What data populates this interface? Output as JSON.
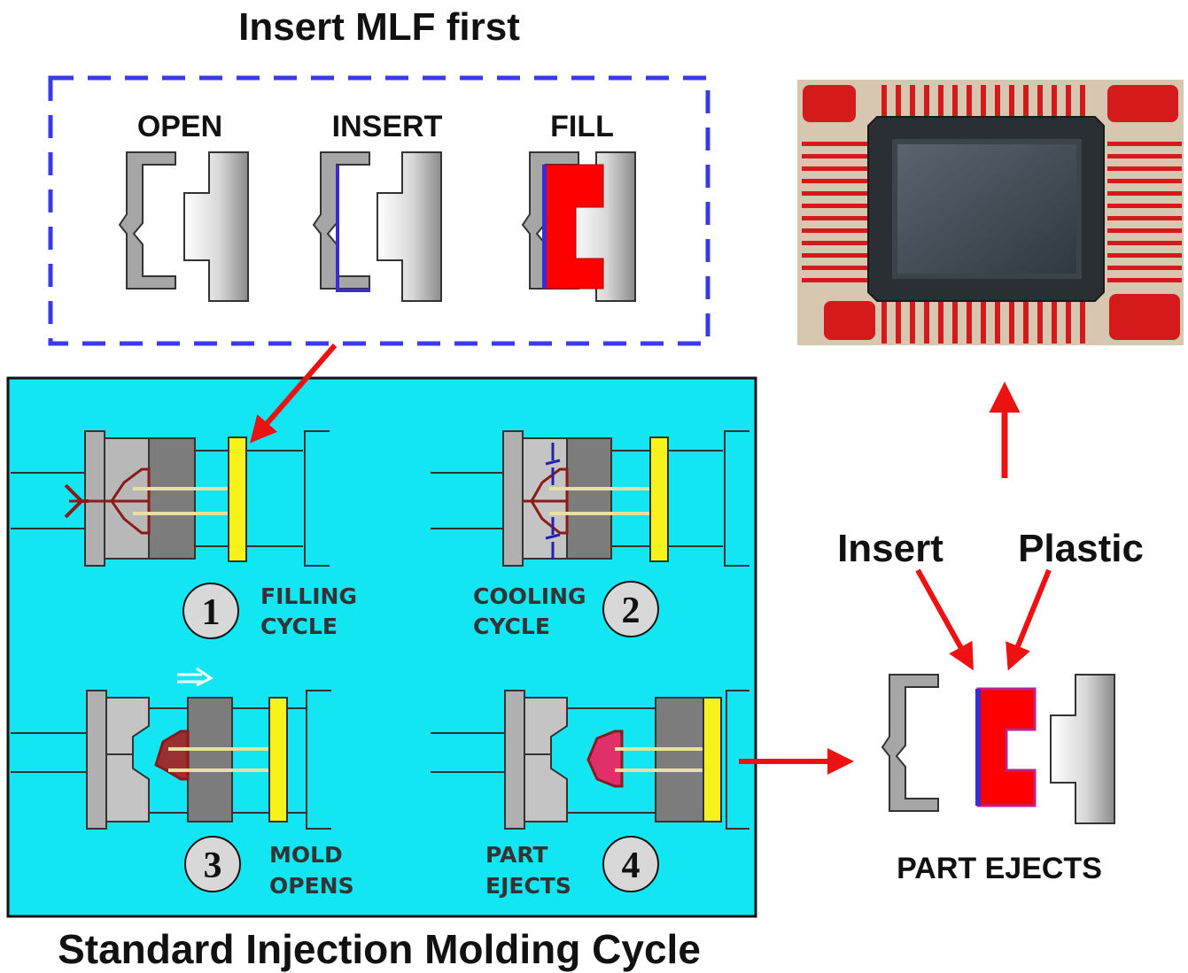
{
  "title_top": "Insert MLF first",
  "title_bottom": "Standard Injection Molding Cycle",
  "insert_stages": {
    "open": "OPEN",
    "insert": "INSERT",
    "fill": "FILL"
  },
  "cycle_steps": [
    {
      "number": "1",
      "line1": "FILLING",
      "line2": "CYCLE"
    },
    {
      "number": "2",
      "line1": "COOLING",
      "line2": "CYCLE"
    },
    {
      "number": "3",
      "line1": "MOLD",
      "line2": "OPENS"
    },
    {
      "number": "4",
      "line1": "PART",
      "line2": "EJECTS"
    }
  ],
  "ejected_part": {
    "insert_label": "Insert",
    "plastic_label": "Plastic",
    "caption": "PART EJECTS"
  },
  "colors": {
    "panel": "#12e6f2",
    "dashed_border": "#3a3ae6",
    "arrow": "#ee1111",
    "plastic": "#ff0000",
    "insert": "#3b2bd6",
    "ejector_plate": "#f7f21a",
    "mold_gray": "#9a9a9a"
  }
}
